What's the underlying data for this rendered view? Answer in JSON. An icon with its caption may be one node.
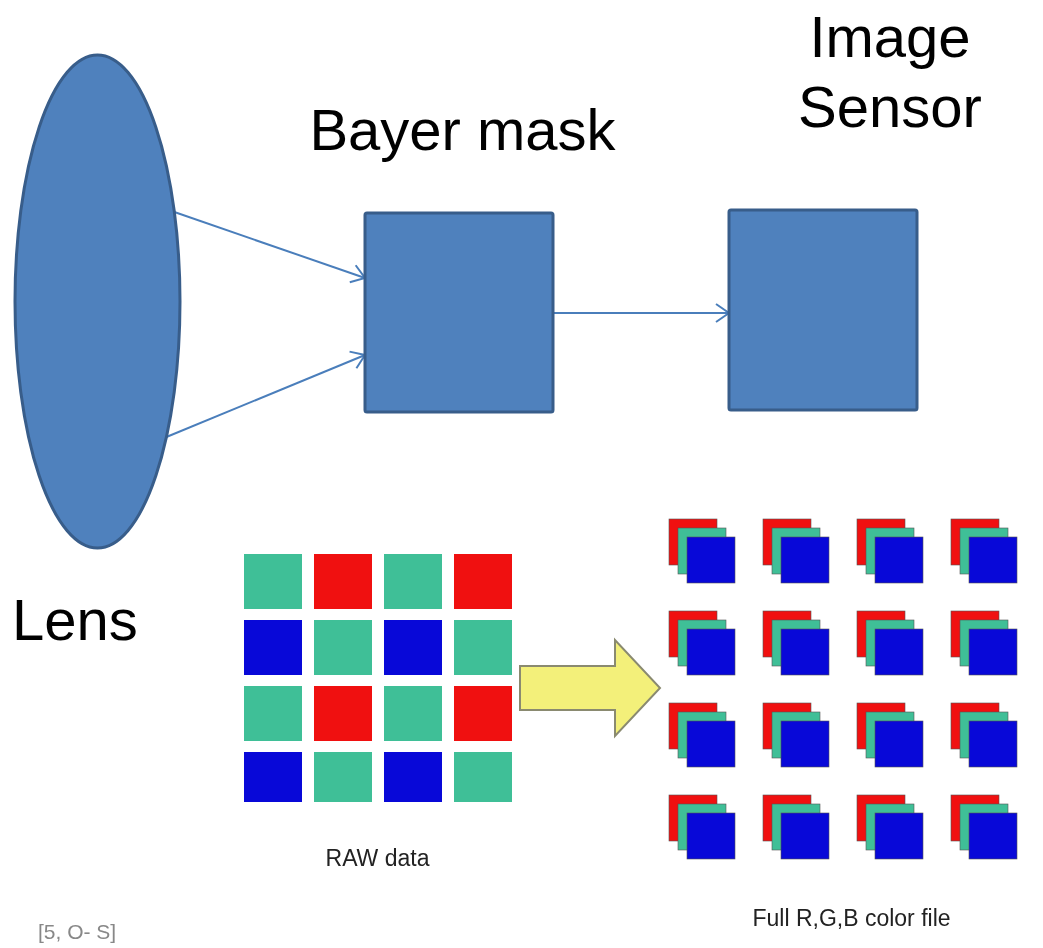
{
  "diagram": {
    "nodes": [
      {
        "text": [
          "Lens"
        ]
      },
      {
        "text": [
          "Bayer mask"
        ]
      },
      {
        "text": [
          "Image Sensor"
        ]
      },
      {
        "text": [
          "RAW data"
        ]
      },
      {
        "text": [
          "Full R,G,B color file"
        ]
      }
    ],
    "edges": [
      {
        "from": 0,
        "to": 1,
        "arrow": "to"
      },
      {
        "from": 0,
        "to": 1,
        "arrow": "to"
      },
      {
        "from": 1,
        "to": 2,
        "arrow": "to"
      },
      {
        "from": 3,
        "to": 4,
        "arrow": "to",
        "style": "thick",
        "color": "#f3f07a"
      }
    ],
    "labels": [
      "[5, O- S]"
    ]
  }
}
